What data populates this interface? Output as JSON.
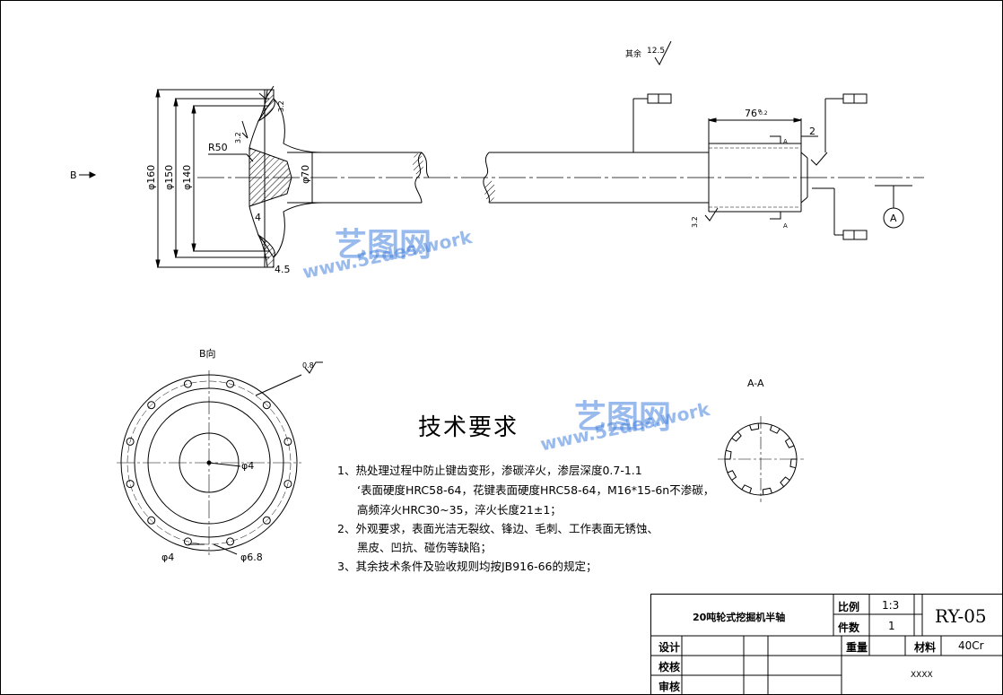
{
  "views": {
    "b_view_arrow_label": "B",
    "b_view_title": "B向",
    "section_title": "A-A",
    "datum_label": "A"
  },
  "dimensions": {
    "d160": "φ160",
    "d150": "φ150",
    "d140": "φ140",
    "d70": "φ70",
    "r50": "R50",
    "w4": "4",
    "w45": "4.5",
    "len76": "76°",
    "len76_tol": "0.2",
    "gap2": "2",
    "hole4_center": "φ4",
    "hole4": "φ4",
    "hole68": "φ6.8",
    "section_mark": "A"
  },
  "roughness": {
    "rest_label": "其余",
    "rest_value": "12.5",
    "r32a": "3.2",
    "r32b": "3.2",
    "r32c": "3.2",
    "r08": "0.8"
  },
  "tech_requirements": {
    "title": "技术要求",
    "lines": [
      "1、热处理过程中防止键齿变形，渗碳淬火，渗层深度0.7-1.1",
      "‘表面硬度HRC58-64，花键表面硬度HRC58-64，M16*15-6n不渗碳，",
      "高频淬火HRC30~35，淬火长度21±1；",
      "2、外观要求，表面光洁无裂纹、锋边、毛刺、工作表面无锈蚀、",
      "黑皮、凹抗、碰伤等缺陷；",
      "3、其余技术条件及验收规则均按JB916-66的规定；"
    ]
  },
  "title_block": {
    "part_name": "20吨轮式挖掘机半轴",
    "scale_label": "比例",
    "scale_value": "1:3",
    "qty_label": "件数",
    "qty_value": "1",
    "drawing_no": "RY-05",
    "weight_label": "重量",
    "material_label": "材料",
    "material_value": "40Cr",
    "design_label": "设计",
    "check_label": "校核",
    "review_label": "审核",
    "company": "XXXX"
  },
  "watermarks": [
    {
      "brand": "艺图网",
      "site": "www.52des.work"
    },
    {
      "brand": "艺图网",
      "site": "www.52des.work"
    }
  ]
}
